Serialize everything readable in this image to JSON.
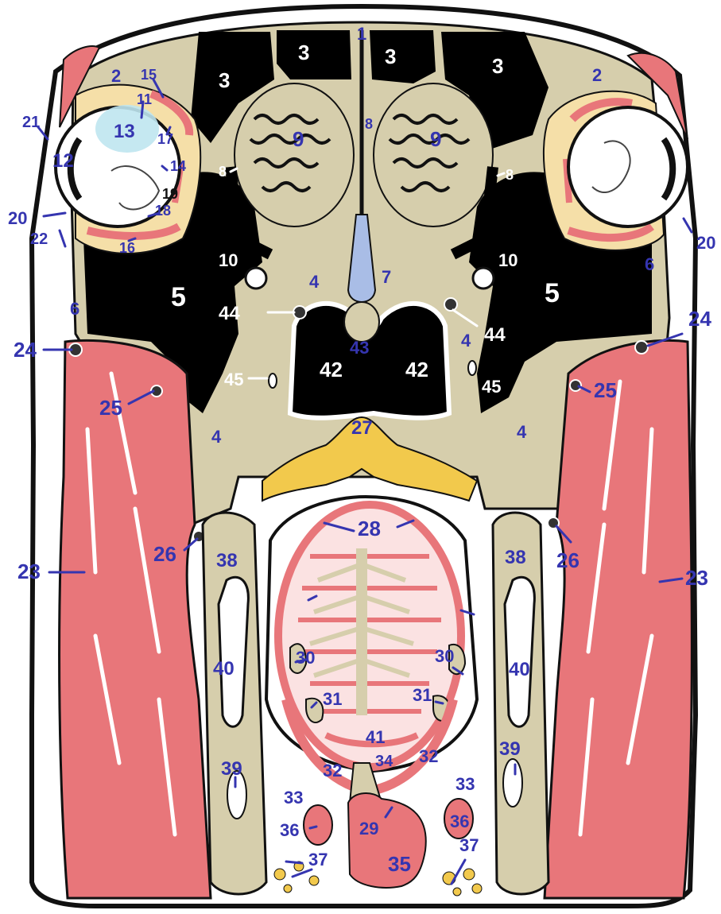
{
  "colors": {
    "bone": "#d6ceac",
    "cavity": "#000000",
    "muscle": "#e8767a",
    "muscle_light": "#f4b9bb",
    "fat": "#f5dfa8",
    "skin": "#ffffff",
    "outline": "#111111",
    "tooth_root": "#f2c94c",
    "label_blue": "#3535b0",
    "septum_blue": "#a9bde6",
    "lens_cyan": "#bfe6f0"
  },
  "labels": {
    "l1": "1",
    "l2a": "2",
    "l2b": "2",
    "l3a": "3",
    "l3b": "3",
    "l3c": "3",
    "l3d": "3",
    "l4a": "4",
    "l4b": "4",
    "l4c": "4",
    "l4d": "4",
    "l5a": "5",
    "l5b": "5",
    "l6a": "6",
    "l6b": "6",
    "l7": "7",
    "l8a": "8",
    "l8b": "8",
    "l8c": "8",
    "l9a": "9",
    "l9b": "9",
    "l10a": "10",
    "l10b": "10",
    "l11": "11",
    "l12": "12",
    "l13": "13",
    "l14": "14",
    "l15": "15",
    "l16": "16",
    "l17": "17",
    "l18": "18",
    "l19": "19",
    "l20a": "20",
    "l20b": "20",
    "l21": "21",
    "l22": "22",
    "l23a": "23",
    "l23b": "23",
    "l24a": "24",
    "l24b": "24",
    "l25a": "25",
    "l25b": "25",
    "l26a": "26",
    "l26b": "26",
    "l27": "27",
    "l28": "28",
    "l29": "29",
    "l30a": "30",
    "l30b": "30",
    "l31a": "31",
    "l31b": "31",
    "l32a": "32",
    "l32b": "32",
    "l33a": "33",
    "l33b": "33",
    "l34": "34",
    "l35": "35",
    "l36a": "36",
    "l36b": "36",
    "l37a": "37",
    "l37b": "37",
    "l38a": "38",
    "l38b": "38",
    "l39a": "39",
    "l39b": "39",
    "l40a": "40",
    "l40b": "40",
    "l41": "41",
    "l42a": "42",
    "l42b": "42",
    "l43": "43",
    "l44a": "44",
    "l44b": "44",
    "l45a": "45",
    "l45b": "45"
  }
}
